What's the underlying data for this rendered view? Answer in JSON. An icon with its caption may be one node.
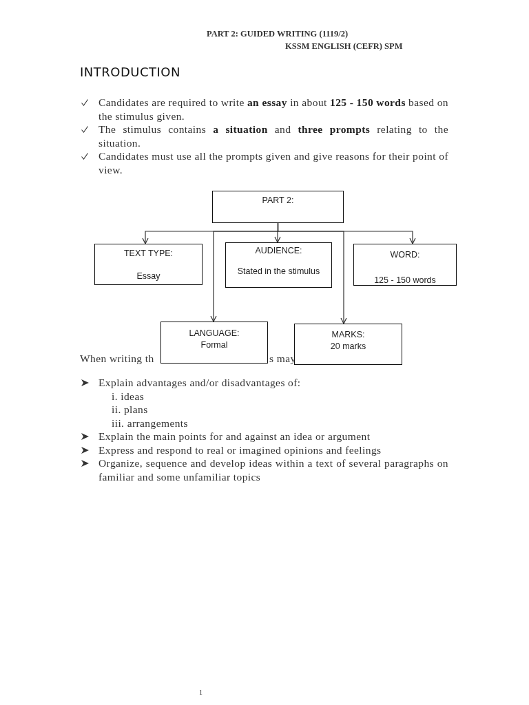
{
  "diagram": {
    "title": "INTRODUCTION",
    "nodes": [
      {
        "text": [
          "PART 2:"
        ]
      },
      {
        "text": [
          "TEXT TYPE:",
          "Essay"
        ]
      },
      {
        "text": [
          "AUDIENCE:",
          "Stated in the stimulus"
        ]
      },
      {
        "text": [
          "WORD:",
          "125 - 150 words"
        ]
      },
      {
        "text": [
          "LANGUAGE:",
          "Formal"
        ]
      },
      {
        "text": [
          "MARKS:",
          "20 marks"
        ]
      }
    ],
    "edges": [
      {
        "from": 0,
        "to": 1,
        "arrow": "to"
      },
      {
        "from": 0,
        "to": 2,
        "arrow": "to"
      },
      {
        "from": 0,
        "to": 3,
        "arrow": "to"
      },
      {
        "from": 0,
        "to": 4,
        "arrow": "to"
      },
      {
        "from": 0,
        "to": 5,
        "arrow": "to"
      }
    ],
    "labels": [
      "PART 2: GUIDED WRITING (1119/2)",
      "KSSM ENGLISH (CEFR) SPM",
      "Candidates are required to write **an essay** in about **125 - 150 words** based on the stimulus given.",
      "The stimulus contains **a situation** and **three prompts** relating to the situation.",
      "Candidates must use all the prompts given and give reasons for their point of view.",
      "When writing th",
      "s may",
      "Explain advantages and/or disadvantages of:",
      "i. ideas",
      "ii. plans",
      "iii. arrangements",
      "Explain the main points for and against an idea or argument",
      "Express and respond to real or imagined opinions and feelings",
      "Organize, sequence and develop ideas within a text of several paragraphs on familiar and some unfamiliar topics",
      "1"
    ]
  }
}
